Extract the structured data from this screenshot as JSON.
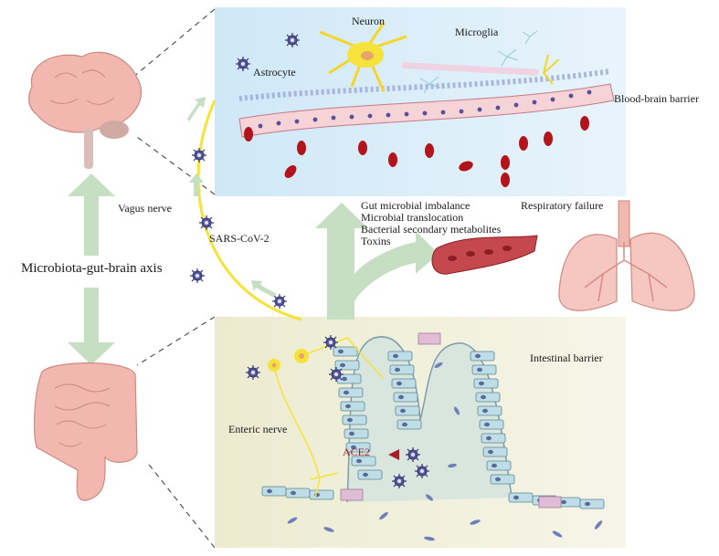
{
  "labels": {
    "neuron": "Neuron",
    "microglia": "Microglia",
    "astrocyte": "Astrocyte",
    "blood_brain_barrier": "Blood-brain barrier",
    "vagus_nerve": "Vagus nerve",
    "sars_cov_2": "SARS-CoV-2",
    "axis": "Microbiota-gut-brain axis",
    "effects": [
      "Gut microbial imbalance",
      "Microbial translocation",
      "Bacterial secondary metabolites",
      "Toxins"
    ],
    "respiratory_failure": "Respiratory failure",
    "intestinal_barrier": "Intestinal barrier",
    "enteric_nerve": "Enteric nerve",
    "ace2": "ACE2"
  },
  "colors": {
    "arrow_green": "#c6dfc2",
    "nerve_yellow": "#f5e33a",
    "brain_panel": "#cfe8f7",
    "gut_panel": "#f1f0dc",
    "rbc_red": "#b3141c",
    "ace2_red": "#a3202a",
    "virus_purple": "#3a3d7c",
    "organ_pink": "#f2b8b0"
  },
  "icons": [
    "brain-icon",
    "intestine-icon",
    "lungs-icon",
    "blood-vessel-icon",
    "virus-icon",
    "neuron-icon",
    "astrocyte-icon",
    "microglia-icon"
  ]
}
